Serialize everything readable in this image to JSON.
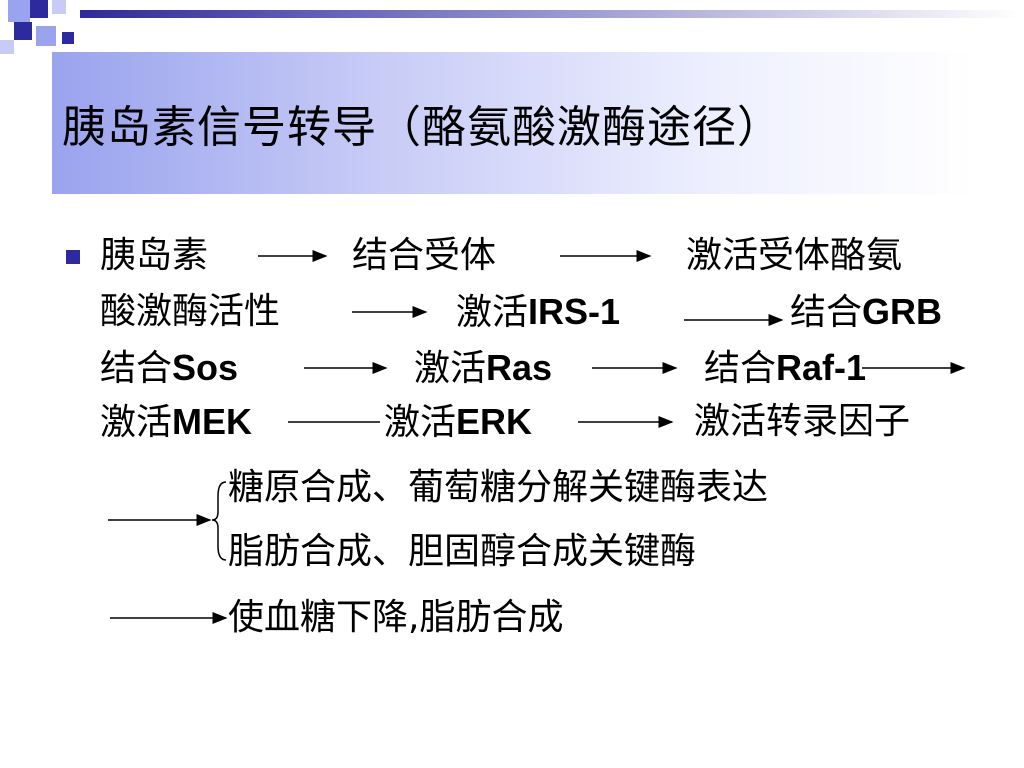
{
  "title": "胰岛素信号转导（酪氨酸激酶途径）",
  "colors": {
    "accent": "#2c2a9c",
    "band_start": "#9aa3ee",
    "band_end": "#ffffff"
  },
  "lines": {
    "l1_a": "胰岛素",
    "l1_b": "结合受体",
    "l1_c": "激活受体酪氨",
    "l2_a": "酸激酶活性",
    "l2_b_cn": "激活",
    "l2_b_lat": "IRS-1",
    "l2_c_cn": "结合",
    "l2_c_lat": "GRB",
    "l3_a_cn": "结合",
    "l3_a_lat": "Sos",
    "l3_b_cn": "激活",
    "l3_b_lat": "Ras",
    "l3_c_cn": "结合",
    "l3_c_lat": "Raf-1",
    "l4_a_cn": "激活",
    "l4_a_lat": "MEK",
    "l4_b_cn": "激活",
    "l4_b_lat": "ERK",
    "l4_c": "激活转录因子",
    "b1": "糖原合成、葡萄糖分解关键酶表达",
    "b2": "脂肪合成、胆固醇合成关键酶",
    "r1": "使血糖下降,脂肪合成"
  }
}
